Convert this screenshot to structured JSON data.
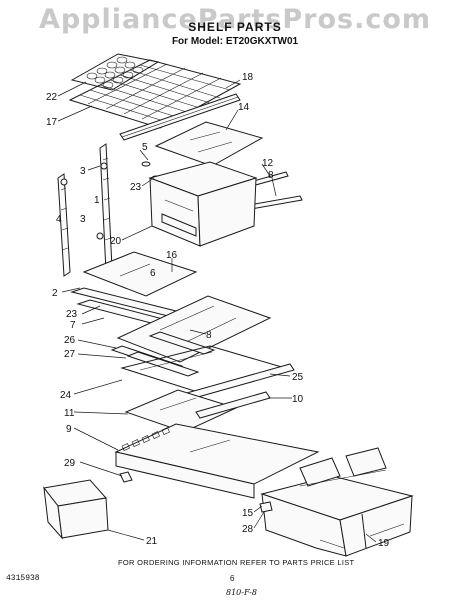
{
  "header": {
    "watermark": "AppliancePartsPros.com",
    "title": "SHELF PARTS",
    "model": "For Model: ET20GKXTW01"
  },
  "footer": {
    "ordering_note": "FOR ORDERING INFORMATION REFER TO PARTS PRICE LIST",
    "doc_number": "4315938",
    "page_number": "6",
    "code": "810-F-8"
  },
  "callouts": {
    "c22": "22",
    "c17": "17",
    "c18": "18",
    "c14": "14",
    "c5": "5",
    "c3a": "3",
    "c23a": "23",
    "c12": "12",
    "c8a": "8",
    "c1": "1",
    "c4": "4",
    "c3b": "3",
    "c20": "20",
    "c16": "16",
    "c6": "6",
    "c2": "2",
    "c23b": "23",
    "c7": "7",
    "c26": "26",
    "c27": "27",
    "c8b": "8",
    "c24": "24",
    "c25": "25",
    "c11": "11",
    "c10": "10",
    "c9": "9",
    "c29": "29",
    "c15": "15",
    "c28": "28",
    "c19": "19",
    "c21": "21"
  }
}
